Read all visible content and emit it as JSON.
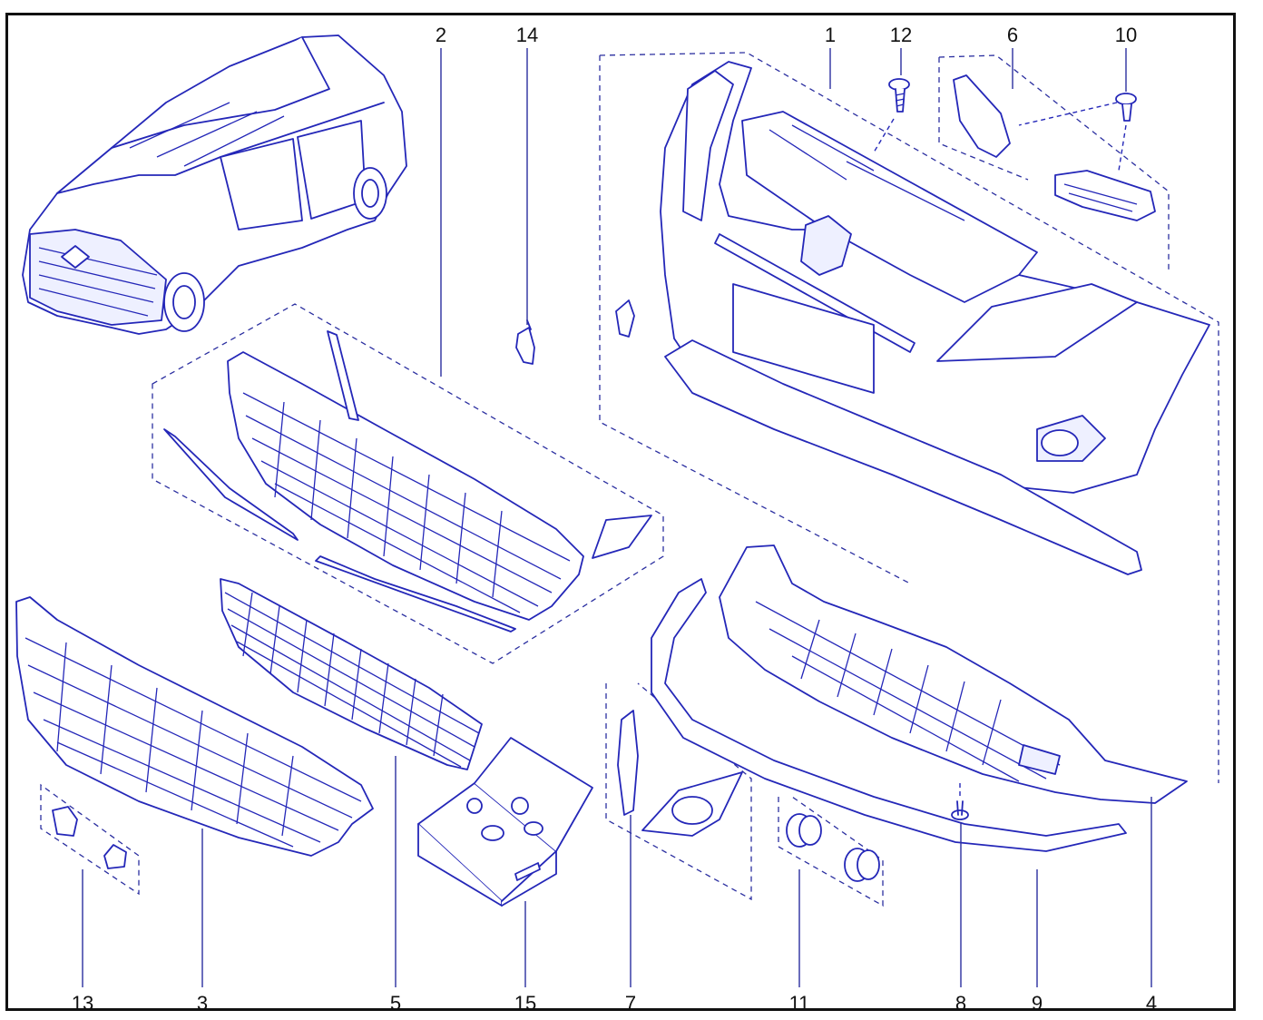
{
  "diagram": {
    "type": "exploded-parts-diagram",
    "line_color": "#2427b8",
    "background": "#ffffff",
    "callouts": [
      {
        "id": "c1",
        "label": "1"
      },
      {
        "id": "c2",
        "label": "2"
      },
      {
        "id": "c3",
        "label": "3"
      },
      {
        "id": "c4",
        "label": "4"
      },
      {
        "id": "c5",
        "label": "5"
      },
      {
        "id": "c6",
        "label": "6"
      },
      {
        "id": "c7",
        "label": "7"
      },
      {
        "id": "c8",
        "label": "8"
      },
      {
        "id": "c9",
        "label": "9"
      },
      {
        "id": "c10",
        "label": "10"
      },
      {
        "id": "c11",
        "label": "11"
      },
      {
        "id": "c12",
        "label": "12"
      },
      {
        "id": "c13",
        "label": "13"
      },
      {
        "id": "c14",
        "label": "14"
      },
      {
        "id": "c15",
        "label": "15"
      }
    ],
    "parts": [
      {
        "callout": "1",
        "icon": "front-bumper"
      },
      {
        "callout": "2",
        "icon": "upper-grille-assembly"
      },
      {
        "callout": "3",
        "icon": "lower-grille"
      },
      {
        "callout": "4",
        "icon": "undertray-shield"
      },
      {
        "callout": "5",
        "icon": "mesh-grille"
      },
      {
        "callout": "6",
        "icon": "bumper-bracket"
      },
      {
        "callout": "7",
        "icon": "fog-lamp-bezel"
      },
      {
        "callout": "8",
        "icon": "screw"
      },
      {
        "callout": "9",
        "icon": "lower-spoiler-strip"
      },
      {
        "callout": "10",
        "icon": "bolt"
      },
      {
        "callout": "11",
        "icon": "plug-caps"
      },
      {
        "callout": "12",
        "icon": "screw"
      },
      {
        "callout": "13",
        "icon": "clips"
      },
      {
        "callout": "14",
        "icon": "clip"
      },
      {
        "callout": "15",
        "icon": "fastener-kit-box"
      }
    ],
    "overview": {
      "icon": "vehicle-overview"
    }
  }
}
